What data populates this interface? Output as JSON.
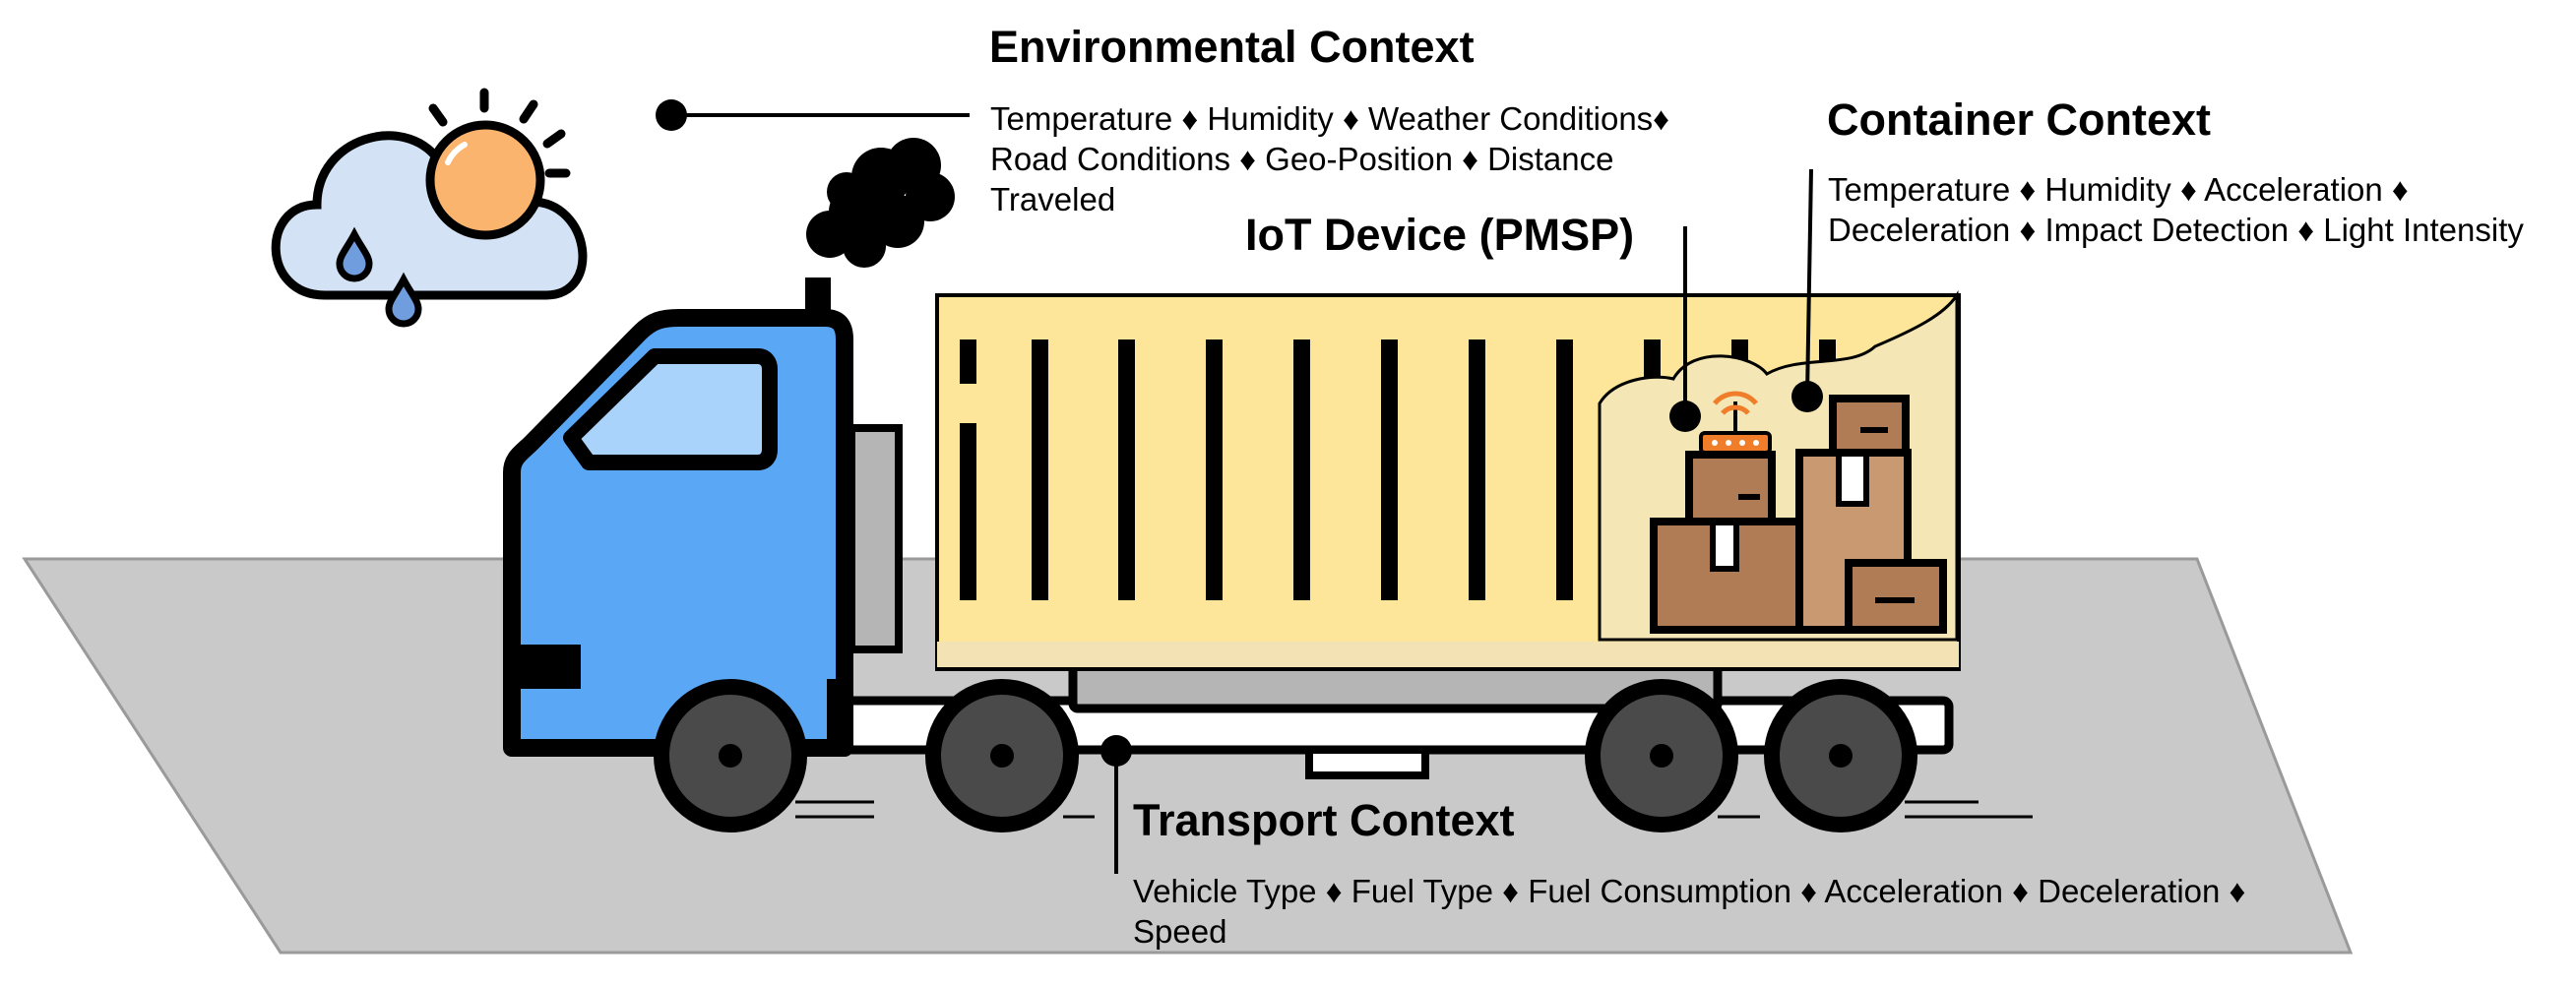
{
  "environmental": {
    "title": "Environmental Context",
    "lines": [
      "Temperature ♦ Humidity ♦ Weather Conditions♦",
      "Road Conditions ♦ Geo-Position ♦ Distance",
      "Traveled"
    ]
  },
  "container": {
    "title": "Container Context",
    "lines": [
      "Temperature ♦ Humidity ♦ Acceleration ♦",
      "Deceleration ♦ Impact Detection ♦ Light Intensity"
    ]
  },
  "iot": {
    "title": "IoT Device (PMSP)"
  },
  "transport": {
    "title": "Transport Context",
    "lines": [
      "Vehicle Type ♦ Fuel Type ♦ Fuel Consumption ♦ Acceleration ♦ Deceleration ♦",
      "Speed"
    ]
  },
  "colors": {
    "road": "#c9c9c9",
    "cab": "#5aa7f5",
    "container": "#fde59a",
    "boxes": "#b07c55",
    "sun": "#fbb46e",
    "cloud": "#d3e2f5",
    "router": "#f07d2a"
  },
  "icons": [
    "weather-cloud-sun-rain-icon",
    "smoke-icon",
    "truck-icon",
    "iot-router-icon",
    "cardboard-boxes-icon"
  ]
}
